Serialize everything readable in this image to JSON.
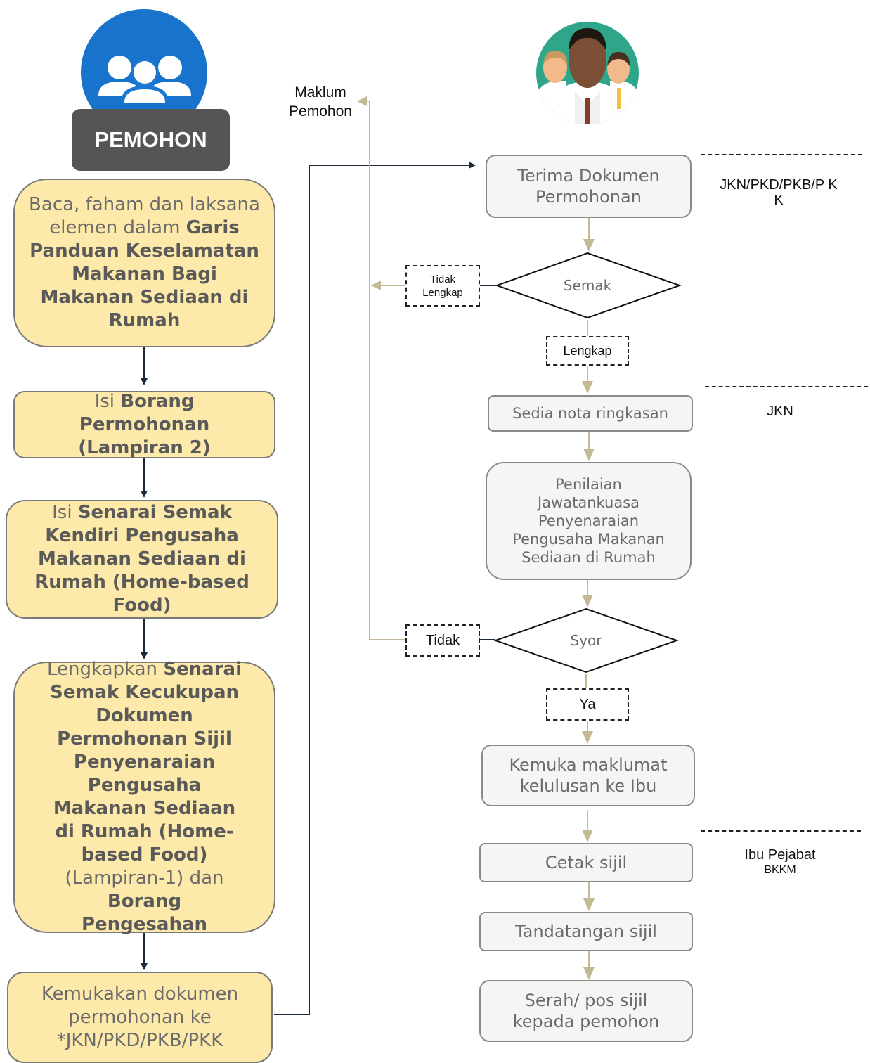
{
  "applicant": {
    "title": "PEMOHON",
    "steps": [
      {
        "pre": "Baca, faham dan laksana elemen dalam ",
        "bold": "Garis Panduan Keselamatan Makanan Bagi Makanan Sediaan di Rumah"
      },
      {
        "pre": "Isi ",
        "bold": "Borang Permohonan (Lampiran 2)"
      },
      {
        "pre": "Isi ",
        "bold": "Senarai Semak Kendiri Pengusaha Makanan Sediaan di Rumah (Home-based Food)"
      },
      {
        "pre": "Lengkapkan ",
        "bold": "Senarai Semak Kecukupan Dokumen Permohonan Sijil Penyenaraian Pengusaha Makanan Sediaan di Rumah (Home-based Food)",
        "mid": " (Lampiran-1) dan ",
        "bold2": "Borang Pengesahan"
      },
      {
        "text": "Kemukakan dokumen permohonan ke *JKN/PKD/PKB/PKK"
      }
    ]
  },
  "process": {
    "notify_label": "Maklum Pemohon",
    "receive": "Terima Dokumen Permohonan",
    "check": "Semak",
    "incomplete": "Tidak Lengkap",
    "complete": "Lengkap",
    "summary": "Sedia nota ringkasan",
    "assessment": "Penilaian Jawatankuasa Penyenaraian Pengusaha Makanan Sediaan di Rumah",
    "recommend": "Syor",
    "no": "Tidak",
    "yes": "Ya",
    "submit_approval": "Kemuka maklumat kelulusan ke Ibu",
    "print": "Cetak sijil",
    "sign": "Tandatangan sijil",
    "deliver": "Serah/ pos sijil kepada pemohon"
  },
  "responsibility": {
    "r1": "JKN/PKD/PKB/P KK",
    "r2": "JKN",
    "r3_line1": "Ibu Pejabat",
    "r3_line2": "BKKM"
  },
  "colors": {
    "applicant_box": "#fde9a9",
    "process_box": "#f5f5f3",
    "blue_circle": "#1a78d2",
    "teal_circle": "#2fa68a",
    "title_box": "#555555",
    "arrow_dark": "#1c2b3a",
    "arrow_tan": "#c5b993"
  }
}
